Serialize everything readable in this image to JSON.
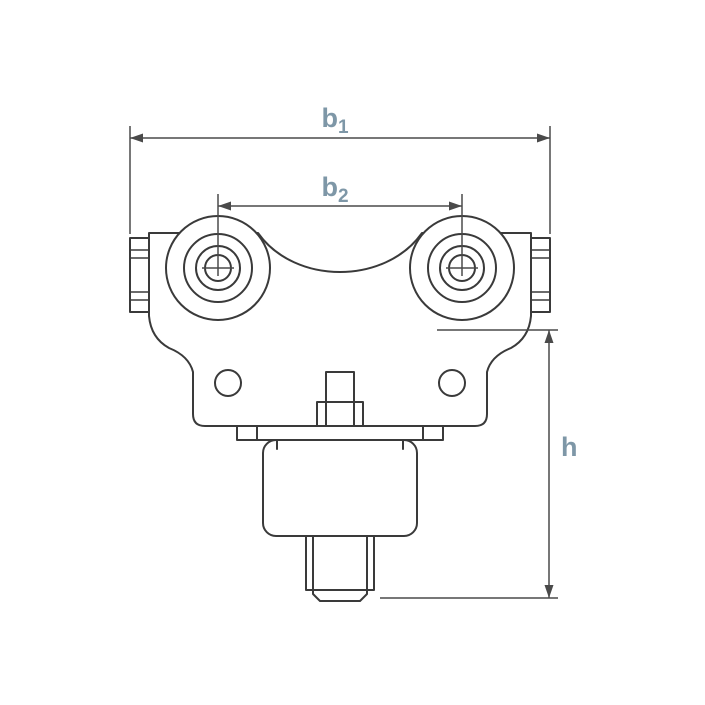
{
  "labels": {
    "b1": {
      "base": "b",
      "sub": "1"
    },
    "b2": {
      "base": "b",
      "sub": "2"
    },
    "h": {
      "base": "h"
    }
  },
  "colors": {
    "outline": "#3a3a3a",
    "dimension": "#4a4a4a",
    "label": "#7e97a7",
    "background": "#ffffff"
  }
}
